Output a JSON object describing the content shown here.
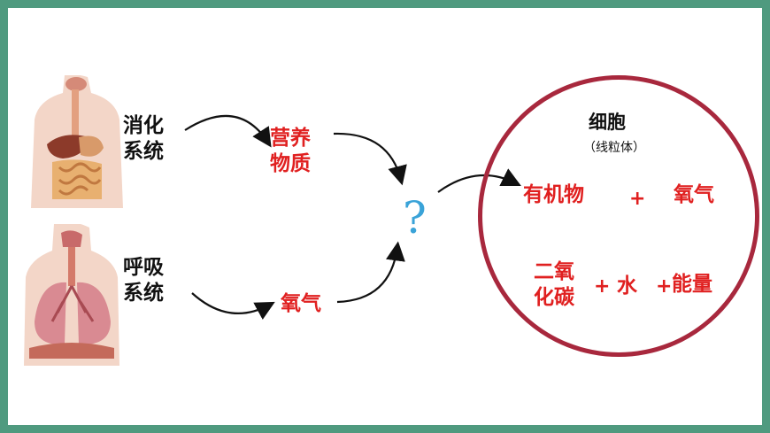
{
  "left": {
    "digestive_system": [
      "消化",
      "系统"
    ],
    "respiratory_system": [
      "呼吸",
      "系统"
    ]
  },
  "middle": {
    "nutrients": [
      "营养",
      "物质"
    ],
    "oxygen": "氧气",
    "question_mark": "?"
  },
  "cell": {
    "title": "细胞",
    "subtitle": "（线粒体）",
    "organic_matter": "有机物",
    "plus1": "+",
    "oxygen": "氧气",
    "co2": [
      "二氧",
      "化碳"
    ],
    "plus2": "+",
    "water": "水",
    "plus3": "+",
    "energy": "能量"
  },
  "colors": {
    "frame": "#4f9a7f",
    "accent_red": "#e02020",
    "circle": "#a8283d",
    "question": "#3aa3d8"
  }
}
